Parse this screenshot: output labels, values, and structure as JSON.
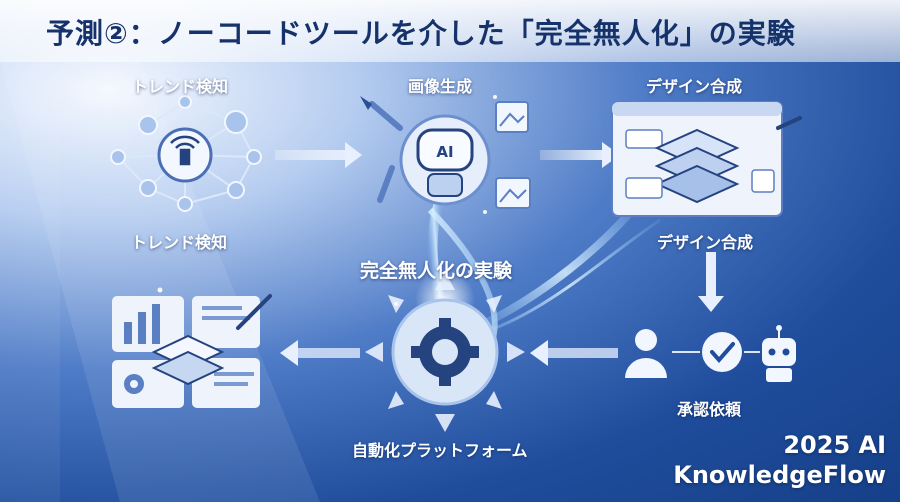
{
  "title": "予測②：ノーコードツールを介した「完全無人化」の実験",
  "nodes": {
    "trend_top": "トレンド検知",
    "trend_bottom": "トレンド検知",
    "image_gen": "画像生成",
    "design_top": "デザイン合成",
    "design_bottom": "デザイン合成",
    "center_caption": "完全無人化の実験",
    "platform": "自動化プラットフォーム",
    "approval": "承認依頼"
  },
  "ai_badge": "AI",
  "brand": {
    "line1": "2025 AI",
    "line2": "KnowledgeFlow"
  },
  "colors": {
    "title_text": "#16326a",
    "node_fill": "#e6eefb",
    "node_stroke": "#4a6fb5",
    "arrow": "#d8e6fb"
  }
}
